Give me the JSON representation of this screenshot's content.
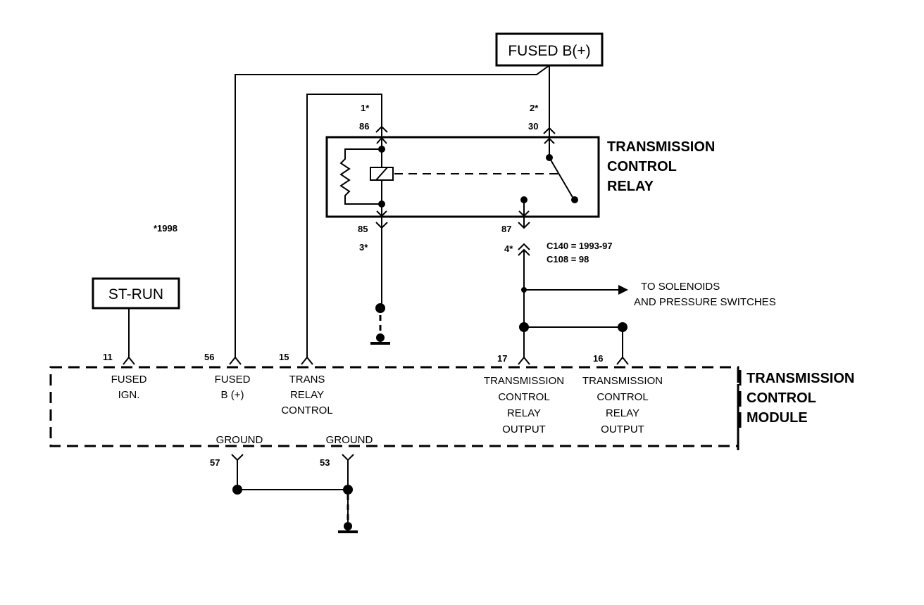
{
  "labels": {
    "fused_b_box": "FUSED B(+)",
    "st_run_box": "ST-RUN",
    "footnote": "*1998",
    "relay_title": [
      "TRANSMISSION",
      "CONTROL",
      "RELAY"
    ],
    "module_title": [
      "TRANSMISSION",
      "CONTROL",
      "MODULE"
    ],
    "connector_note": [
      "C140 = 1993-97",
      "C108 = 98"
    ],
    "to_solenoids": [
      "TO SOLENOIDS",
      "AND PRESSURE SWITCHES"
    ]
  },
  "relay_pins": {
    "p86": "86",
    "p86_alt": "1*",
    "p30": "30",
    "p30_alt": "2*",
    "p85": "85",
    "p85_alt": "3*",
    "p87": "87",
    "p87_alt": "4*"
  },
  "module_pins": [
    {
      "num": "11",
      "label": [
        "FUSED",
        "IGN."
      ]
    },
    {
      "num": "56",
      "label": [
        "FUSED",
        "B (+)"
      ]
    },
    {
      "num": "15",
      "label": [
        "TRANS",
        "RELAY",
        "CONTROL"
      ]
    },
    {
      "num": "17",
      "label": [
        "TRANSMISSION",
        "CONTROL",
        "RELAY",
        "OUTPUT"
      ]
    },
    {
      "num": "16",
      "label": [
        "TRANSMISSION",
        "CONTROL",
        "RELAY",
        "OUTPUT"
      ]
    }
  ],
  "ground_pins": [
    {
      "num": "57",
      "label": "GROUND"
    },
    {
      "num": "53",
      "label": "GROUND"
    }
  ]
}
